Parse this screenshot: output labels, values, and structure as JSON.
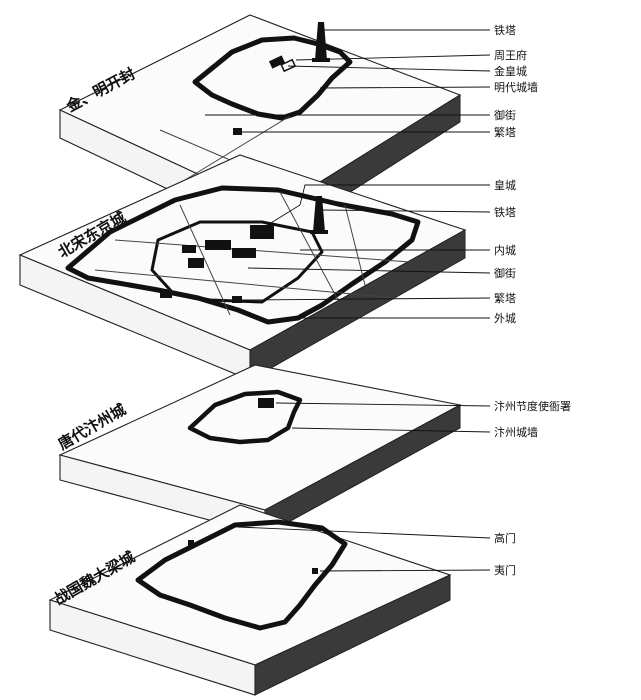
{
  "layers": [
    {
      "title": "金、明开封",
      "labels": [
        "铁塔",
        "周王府",
        "金皇城",
        "明代城墙",
        "御街",
        "繁塔"
      ]
    },
    {
      "title": "北宋东京城",
      "labels": [
        "皇城",
        "铁塔",
        "内城",
        "御街",
        "繁塔",
        "外城"
      ]
    },
    {
      "title": "唐代汴州城",
      "labels": [
        "汴州节度使衙署",
        "汴州城墙"
      ]
    },
    {
      "title": "战国魏大梁城",
      "labels": [
        "高门",
        "夷门"
      ]
    }
  ]
}
